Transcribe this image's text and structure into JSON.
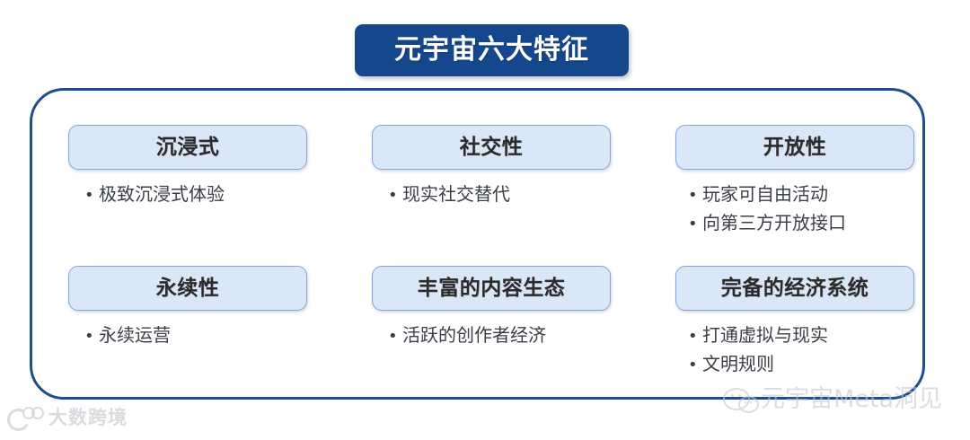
{
  "title": {
    "text": "元宇宙六大特征"
  },
  "colors": {
    "banner_blue": "#15478c",
    "frame_blue": "#1f4e8c",
    "head_fill": "#dae7f6",
    "head_border": "#7fa8d6",
    "body_text": "#3b3f45",
    "watermark_gray": "#c2c7ce"
  },
  "features": [
    {
      "heading": "沉浸式",
      "bullets": [
        "极致沉浸式体验"
      ],
      "align": "center"
    },
    {
      "heading": "社交性",
      "bullets": [
        "现实社交替代"
      ],
      "align": "center"
    },
    {
      "heading": "开放性",
      "bullets": [
        "玩家可自由活动",
        "向第三方开放接口"
      ],
      "align": "left"
    },
    {
      "heading": "永续性",
      "bullets": [
        "永续运营"
      ],
      "align": "center"
    },
    {
      "heading": "丰富的内容生态",
      "bullets": [
        "活跃的创作者经济"
      ],
      "align": "center"
    },
    {
      "heading": "完备的经济系统",
      "bullets": [
        "打通虚拟与现实",
        "文明规则"
      ],
      "align": "left"
    }
  ],
  "bullet_glyph": "•",
  "watermarks": {
    "left": {
      "text": "大数跨境",
      "icon": "dashu-logo-icon"
    },
    "right": {
      "text": "元宇宙Meta洞见",
      "icon": "wechat-icon"
    }
  }
}
